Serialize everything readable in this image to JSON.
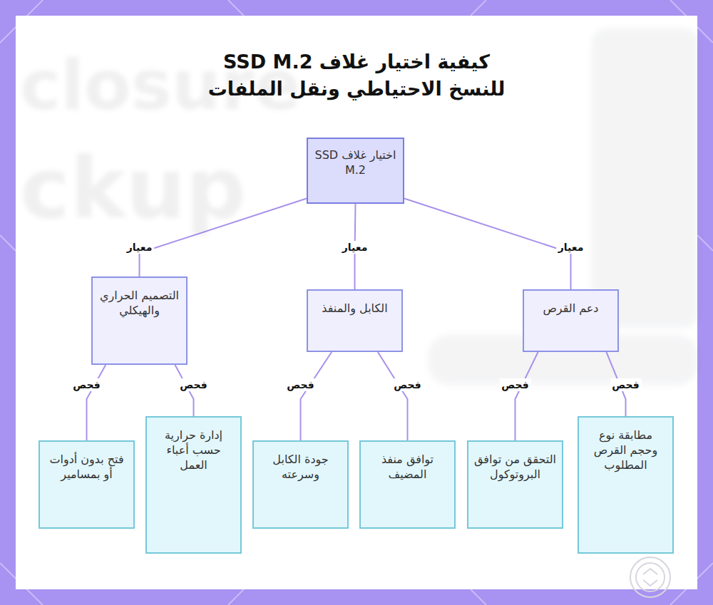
{
  "diagram": {
    "title": "كيفية اختيار غلاف SSD M.2 للنسخ الاحتياطي ونقل الملفات",
    "nodes": [
      {
        "text": [
          "اختيار غلاف SSD M.2"
        ]
      },
      {
        "text": [
          "دعم القرص"
        ]
      },
      {
        "text": [
          "الكابل والمنفذ"
        ]
      },
      {
        "text": [
          "التصميم الحراري والهيكلي"
        ]
      },
      {
        "text": [
          "مطابقة نوع وحجم القرص المطلوب"
        ]
      },
      {
        "text": [
          "التحقق من توافق البروتوكول"
        ]
      },
      {
        "text": [
          "توافق منفذ المضيف"
        ]
      },
      {
        "text": [
          "جودة الكابل وسرعته"
        ]
      },
      {
        "text": [
          "إدارة حرارية حسب أعباء العمل"
        ]
      },
      {
        "text": [
          "فتح بدون أدوات أو بمسامير"
        ]
      }
    ],
    "edges": [
      {
        "from": 0,
        "to": 1,
        "label": "معيار",
        "arrow": "none"
      },
      {
        "from": 0,
        "to": 2,
        "label": "معيار",
        "arrow": "none"
      },
      {
        "from": 0,
        "to": 3,
        "label": "معيار",
        "arrow": "none"
      },
      {
        "from": 1,
        "to": 4,
        "label": "فحص",
        "arrow": "none"
      },
      {
        "from": 1,
        "to": 5,
        "label": "فحص",
        "arrow": "none"
      },
      {
        "from": 2,
        "to": 6,
        "label": "فحص",
        "arrow": "none"
      },
      {
        "from": 2,
        "to": 7,
        "label": "فحص",
        "arrow": "none"
      },
      {
        "from": 3,
        "to": 8,
        "label": "فحص",
        "arrow": "none"
      },
      {
        "from": 3,
        "to": 9,
        "label": "فحص",
        "arrow": "none"
      }
    ],
    "labels": [
      "closure",
      "ckup"
    ]
  }
}
